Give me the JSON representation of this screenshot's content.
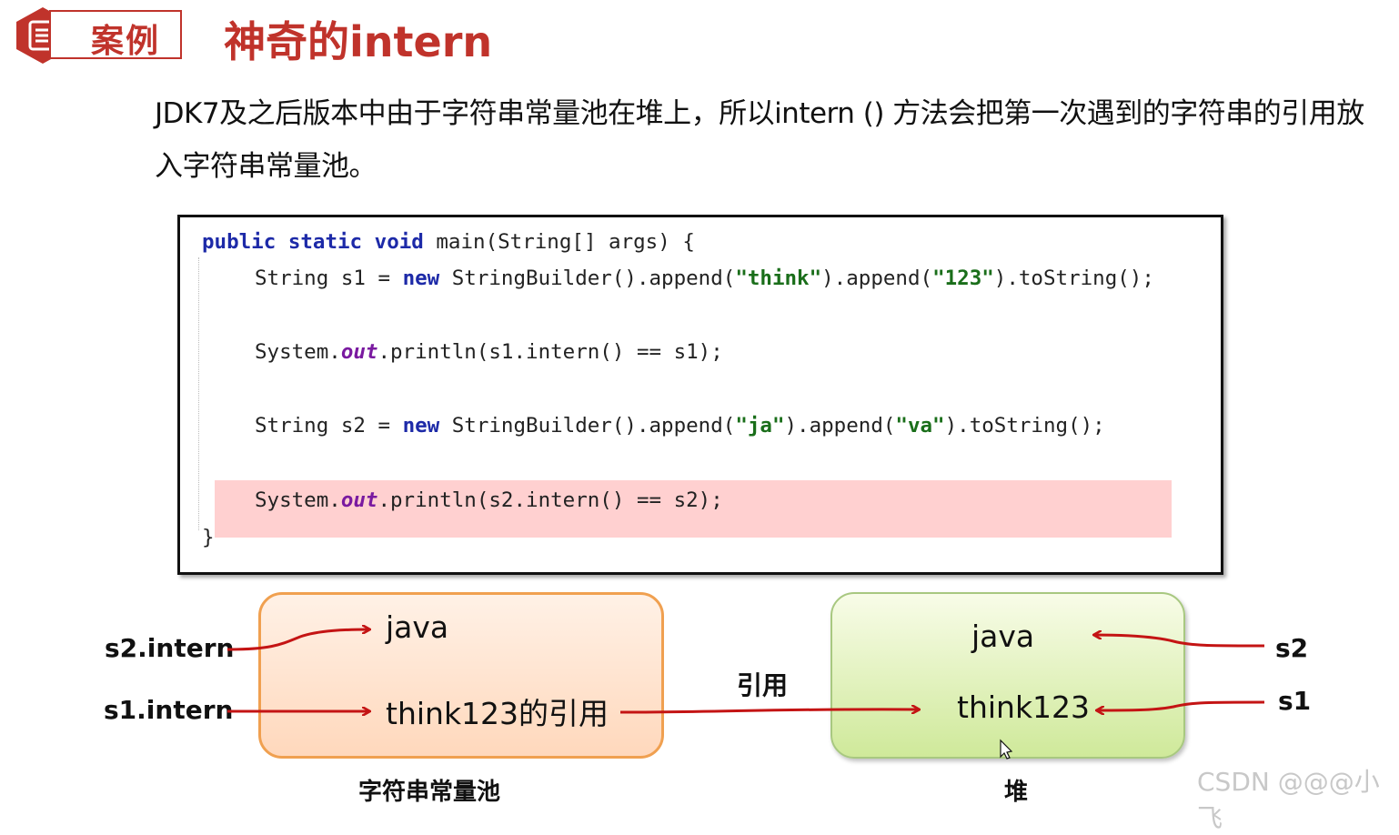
{
  "header": {
    "badge_label": "案例",
    "badge_icon": "document-list-icon",
    "title": "神奇的intern"
  },
  "description": "JDK7及之后版本中由于字符串常量池在堆上，所以intern () 方法会把第一次遇到的字符串的引用放入字符串常量池。",
  "code": {
    "line1": {
      "kw1": "public",
      "kw2": "static",
      "kw3": "void",
      "rest": " main(String[] args) {"
    },
    "line2": {
      "pre": "String s1 = ",
      "kw": "new",
      "mid1": " StringBuilder().append(",
      "s1": "\"think\"",
      "mid2": ").append(",
      "s2": "\"123\"",
      "post": ").toString();"
    },
    "line3": {
      "pre": "System.",
      "fld": "out",
      "post": ".println(s1.intern() == s1);"
    },
    "line4": {
      "pre": "String s2 = ",
      "kw": "new",
      "mid1": " StringBuilder().append(",
      "s1": "\"ja\"",
      "mid2": ").append(",
      "s2": "\"va\"",
      "post": ").toString();"
    },
    "line5": {
      "pre": "System.",
      "fld": "out",
      "post": ".println(s2.intern() == s2);"
    },
    "close": "}"
  },
  "diagram": {
    "pool_items": [
      "java",
      "think123的引用"
    ],
    "pool_caption": "字符串常量池",
    "heap_items": [
      "java",
      "think123"
    ],
    "heap_caption": "堆",
    "left_labels": [
      "s2.intern",
      "s1.intern"
    ],
    "right_labels": [
      "s2",
      "s1"
    ],
    "ref_label": "引用",
    "arrow_color": "#c41414"
  },
  "watermark": "CSDN @@@小飞"
}
